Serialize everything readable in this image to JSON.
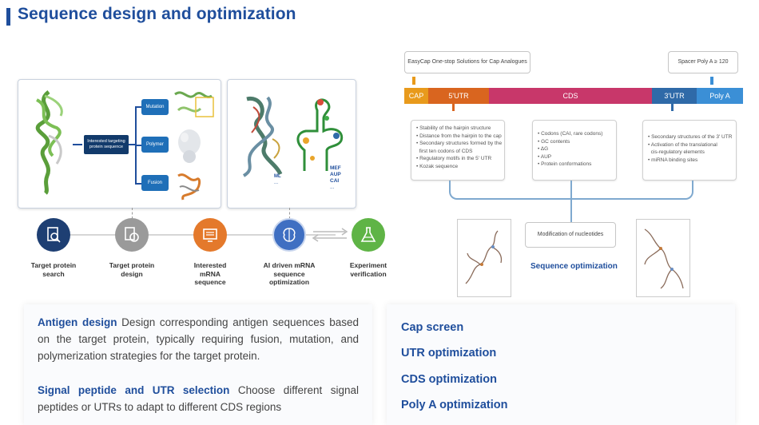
{
  "title": "Sequence design and optimization",
  "left_diagram": {
    "center_box": "Interested targeting protein sequence",
    "branches": [
      "Mutation",
      "Polymer",
      "Fusion"
    ],
    "mrna_labels": {
      "ml": "ML",
      "dots": "...",
      "mef": "MEF",
      "aup": "AUP",
      "cai": "CAI",
      "dots2": "..."
    }
  },
  "steps": [
    {
      "label": "Target protein search",
      "color": "#1e3f73"
    },
    {
      "label": "Target protein design",
      "color": "#9a9a9a"
    },
    {
      "label": "Interested mRNA sequence",
      "color": "#e4792b"
    },
    {
      "label": "AI driven mRNA sequence optimization",
      "color": "#3f6fc2"
    },
    {
      "label": "Experiment verification",
      "color": "#5fb446"
    }
  ],
  "left_text": {
    "p1_head": "Antigen design",
    "p1_body": " Design corresponding antigen sequences based on the target protein, typically requiring fusion, mutation, and polymerization strategies for the target protein.",
    "p2_head": "Signal peptide and UTR selection",
    "p2_body": " Choose different signal peptides or UTRs to adapt to different CDS regions"
  },
  "right_diagram": {
    "easycap": "EasyCap One-stop Solutions for Cap Analogues",
    "spacer": "Spacer Poly A ≥ 120",
    "segments": [
      "CAP",
      "5'UTR",
      "CDS",
      "3'UTR",
      "Poly A"
    ],
    "segment_colors": [
      "#e89a1c",
      "#d9651f",
      "#c8376a",
      "#2f6aa8",
      "#3b8fd6"
    ],
    "utr5_bullets": [
      "Stability of the hairpin structure",
      "Distance from the hairpin to the cap",
      "Secondary structures formed by the",
      "first ten codons of CDS",
      "Regulatory motifs in the 5' UTR",
      "Kozak sequence"
    ],
    "cds_bullets": [
      "Codons (CAI, rare codons)",
      "GC contents",
      "ΔG",
      "AUP",
      "Protein conformations"
    ],
    "utr3_bullets": [
      "Secondary structures of the 3' UTR",
      "Activation  of  the  translational",
      "cis-regulatory elements",
      "miRNA binding sites"
    ],
    "modification": "Modification of nucleotides",
    "seq_opt": "Sequence optimization"
  },
  "right_list": [
    "Cap screen",
    "UTR optimization",
    "CDS optimization",
    "Poly A optimization"
  ]
}
